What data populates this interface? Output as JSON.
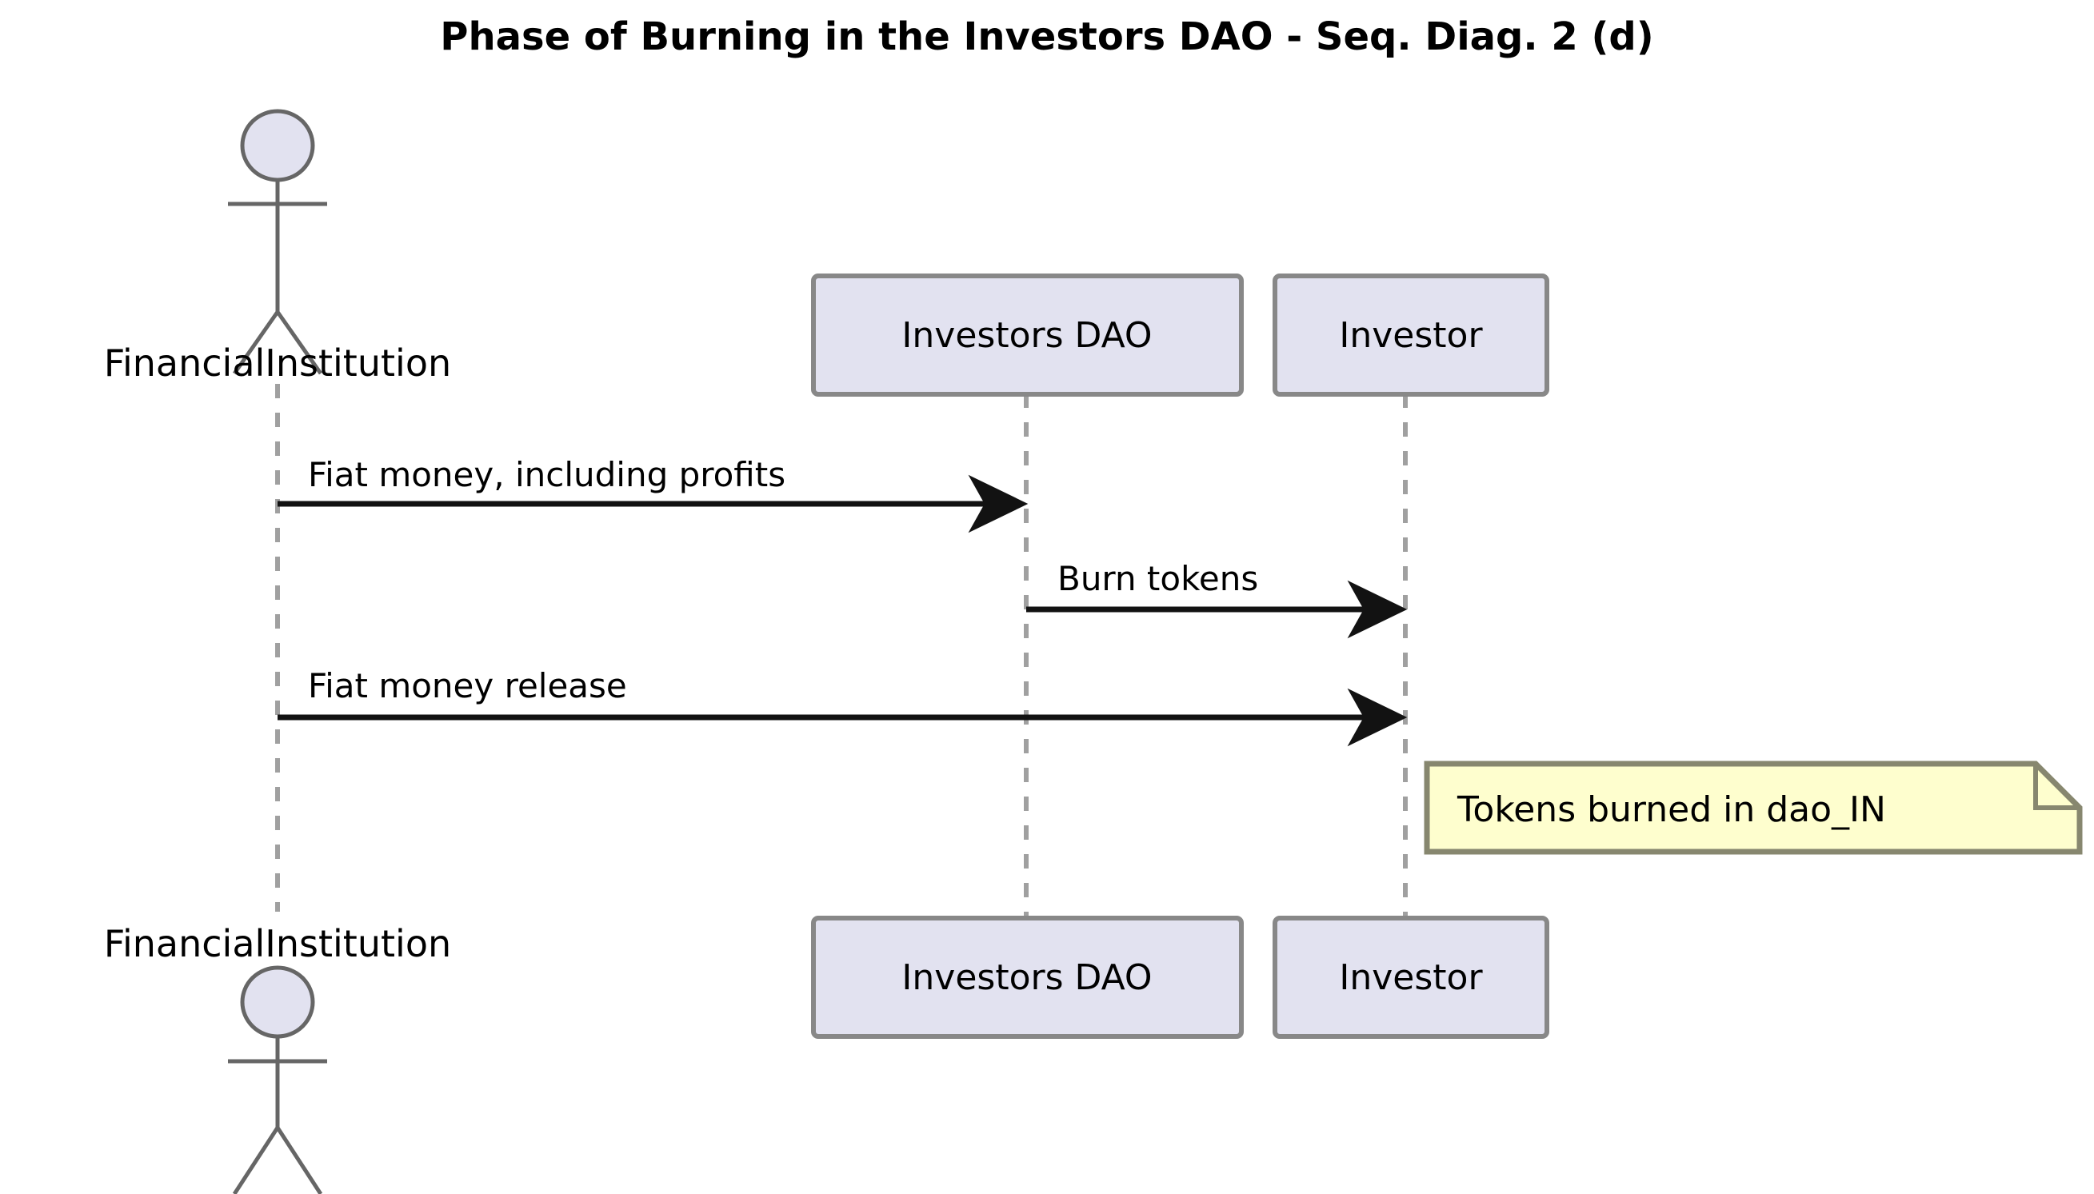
{
  "diagram": {
    "type": "uml-sequence-diagram",
    "title": "Phase of Burning in the Investors DAO - Seq. Diag. 2 (d)",
    "colors": {
      "participant_fill": "#E2E2F0",
      "participant_border": "#888888",
      "actor_head_fill": "#E2E2F0",
      "actor_stroke": "#666666",
      "note_fill": "#FEFECE",
      "note_border": "#87876F",
      "lifeline_stroke": "#A0A0A0",
      "message_stroke": "#121212",
      "title_color": "#000000",
      "background": "#FFFFFF"
    },
    "actors": [
      {
        "id": "financial-institution",
        "label": "FinancialInstitution",
        "kind": "actor",
        "position": "left"
      }
    ],
    "participants": [
      {
        "id": "investors-dao",
        "label": "Investors DAO",
        "kind": "participant"
      },
      {
        "id": "investor",
        "label": "Investor",
        "kind": "participant"
      }
    ],
    "messages": [
      {
        "index": 1,
        "label": "Fiat money, including profits",
        "from": "FinancialInstitution",
        "to": "Investors DAO",
        "arrow": "solid-filled"
      },
      {
        "index": 2,
        "label": "Burn tokens",
        "from": "Investors DAO",
        "to": "Investor",
        "arrow": "solid-filled"
      },
      {
        "index": 3,
        "label": "Fiat money release",
        "from": "FinancialInstitution",
        "to": "Investor",
        "arrow": "solid-filled"
      }
    ],
    "notes": [
      {
        "id": "note-tokens-burned",
        "text": "Tokens burned in dao_IN",
        "attached_to": "Investor",
        "side": "right"
      }
    ]
  }
}
